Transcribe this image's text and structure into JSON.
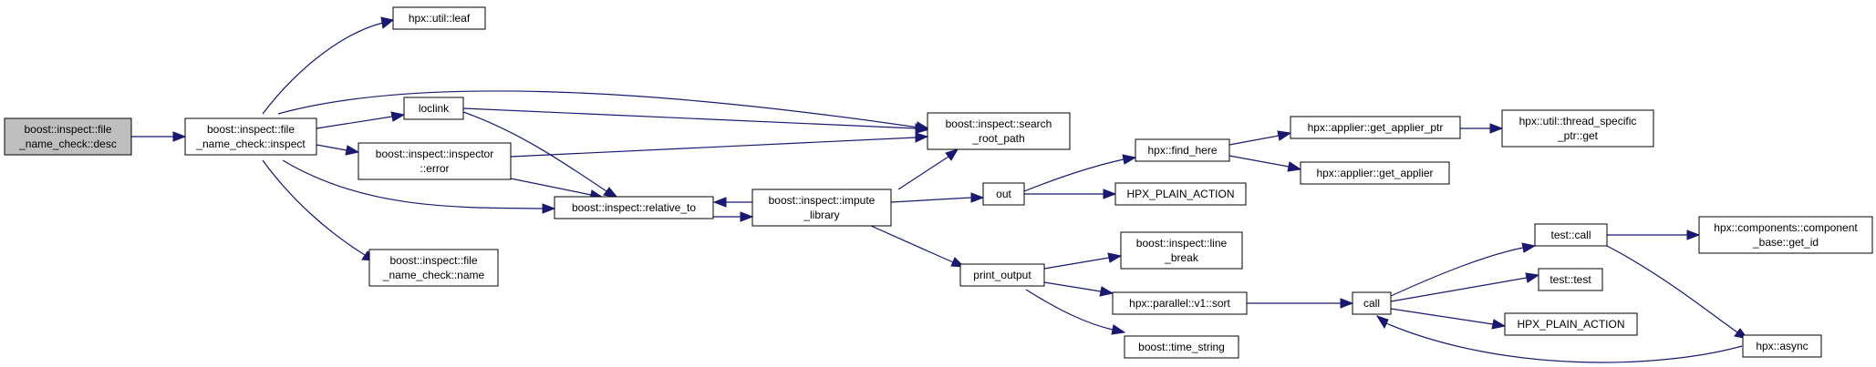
{
  "graph": {
    "nodes": [
      {
        "id": "desc",
        "lines": [
          "boost::inspect::file",
          "_name_check::desc"
        ],
        "root": true
      },
      {
        "id": "inspect",
        "lines": [
          "boost::inspect::file",
          "_name_check::inspect"
        ]
      },
      {
        "id": "leaf",
        "lines": [
          "hpx::util::leaf"
        ]
      },
      {
        "id": "loclink",
        "lines": [
          "loclink"
        ]
      },
      {
        "id": "inspector_error",
        "lines": [
          "boost::inspect::inspector",
          "::error"
        ]
      },
      {
        "id": "name",
        "lines": [
          "boost::inspect::file",
          "_name_check::name"
        ]
      },
      {
        "id": "search_root_path",
        "lines": [
          "boost::inspect::search",
          "_root_path"
        ]
      },
      {
        "id": "relative_to",
        "lines": [
          "boost::inspect::relative_to"
        ]
      },
      {
        "id": "impute_library",
        "lines": [
          "boost::inspect::impute",
          "_library"
        ]
      },
      {
        "id": "out",
        "lines": [
          "out"
        ]
      },
      {
        "id": "print_output",
        "lines": [
          "print_output"
        ]
      },
      {
        "id": "find_here",
        "lines": [
          "hpx::find_here"
        ]
      },
      {
        "id": "plain_action1",
        "lines": [
          "HPX_PLAIN_ACTION"
        ]
      },
      {
        "id": "line_break",
        "lines": [
          "boost::inspect::line",
          "_break"
        ]
      },
      {
        "id": "sort",
        "lines": [
          "hpx::parallel::v1::sort"
        ]
      },
      {
        "id": "time_string",
        "lines": [
          "boost::time_string"
        ]
      },
      {
        "id": "get_applier_ptr",
        "lines": [
          "hpx::applier::get_applier_ptr"
        ]
      },
      {
        "id": "get_applier",
        "lines": [
          "hpx::applier::get_applier"
        ]
      },
      {
        "id": "thread_specific",
        "lines": [
          "hpx::util::thread_specific",
          "_ptr::get"
        ]
      },
      {
        "id": "call",
        "lines": [
          "call"
        ]
      },
      {
        "id": "test_call",
        "lines": [
          "test::call"
        ]
      },
      {
        "id": "test_test",
        "lines": [
          "test::test"
        ]
      },
      {
        "id": "plain_action2",
        "lines": [
          "HPX_PLAIN_ACTION"
        ]
      },
      {
        "id": "get_id",
        "lines": [
          "hpx::components::component",
          "_base::get_id"
        ]
      },
      {
        "id": "async",
        "lines": [
          "hpx::async"
        ]
      }
    ]
  }
}
